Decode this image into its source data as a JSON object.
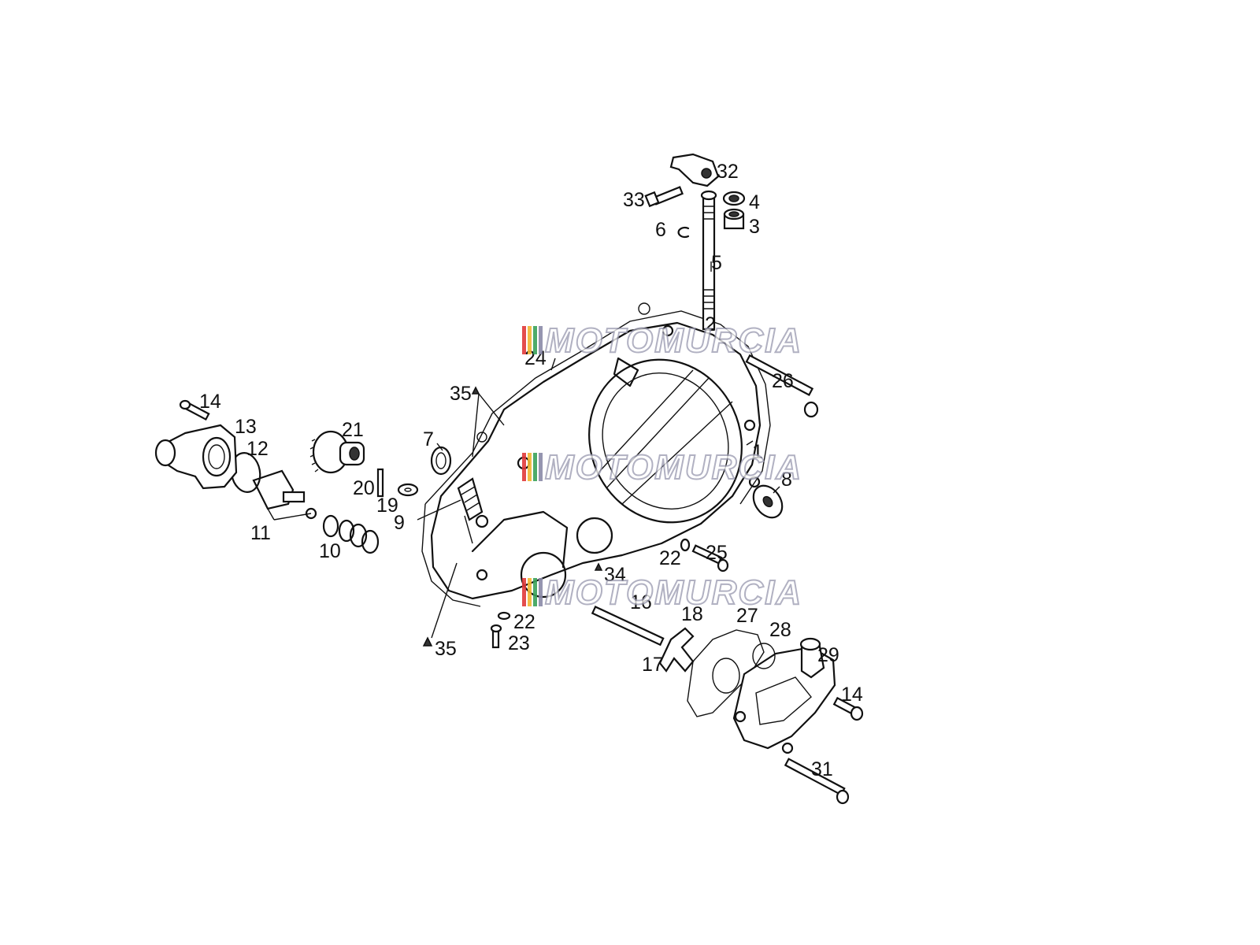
{
  "watermark": {
    "text": "MOTOMURCIA",
    "stripe_colors": [
      "#e03a3a",
      "#f2b632",
      "#3aa35a",
      "#8a8aa8"
    ]
  },
  "callouts": [
    {
      "id": "c1",
      "text": "1"
    },
    {
      "id": "c2",
      "text": "2"
    },
    {
      "id": "c3",
      "text": "3"
    },
    {
      "id": "c4",
      "text": "4"
    },
    {
      "id": "c5",
      "text": "5"
    },
    {
      "id": "c6",
      "text": "6"
    },
    {
      "id": "c7",
      "text": "7"
    },
    {
      "id": "c8",
      "text": "8"
    },
    {
      "id": "c9",
      "text": "9"
    },
    {
      "id": "c10",
      "text": "10"
    },
    {
      "id": "c11",
      "text": "11"
    },
    {
      "id": "c12",
      "text": "12"
    },
    {
      "id": "c13",
      "text": "13"
    },
    {
      "id": "c14a",
      "text": "14"
    },
    {
      "id": "c14b",
      "text": "14"
    },
    {
      "id": "c16",
      "text": "16"
    },
    {
      "id": "c17",
      "text": "17"
    },
    {
      "id": "c18",
      "text": "18"
    },
    {
      "id": "c19",
      "text": "19"
    },
    {
      "id": "c20",
      "text": "20"
    },
    {
      "id": "c21",
      "text": "21"
    },
    {
      "id": "c22a",
      "text": "22"
    },
    {
      "id": "c22b",
      "text": "22"
    },
    {
      "id": "c23",
      "text": "23"
    },
    {
      "id": "c24",
      "text": "24"
    },
    {
      "id": "c25",
      "text": "25"
    },
    {
      "id": "c26",
      "text": "26"
    },
    {
      "id": "c27",
      "text": "27"
    },
    {
      "id": "c28",
      "text": "28"
    },
    {
      "id": "c29",
      "text": "29"
    },
    {
      "id": "c31",
      "text": "31"
    },
    {
      "id": "c32",
      "text": "32"
    },
    {
      "id": "c33",
      "text": "33"
    },
    {
      "id": "c34",
      "text": "34"
    },
    {
      "id": "c35a",
      "text": "35"
    },
    {
      "id": "c35b",
      "text": "35"
    }
  ]
}
